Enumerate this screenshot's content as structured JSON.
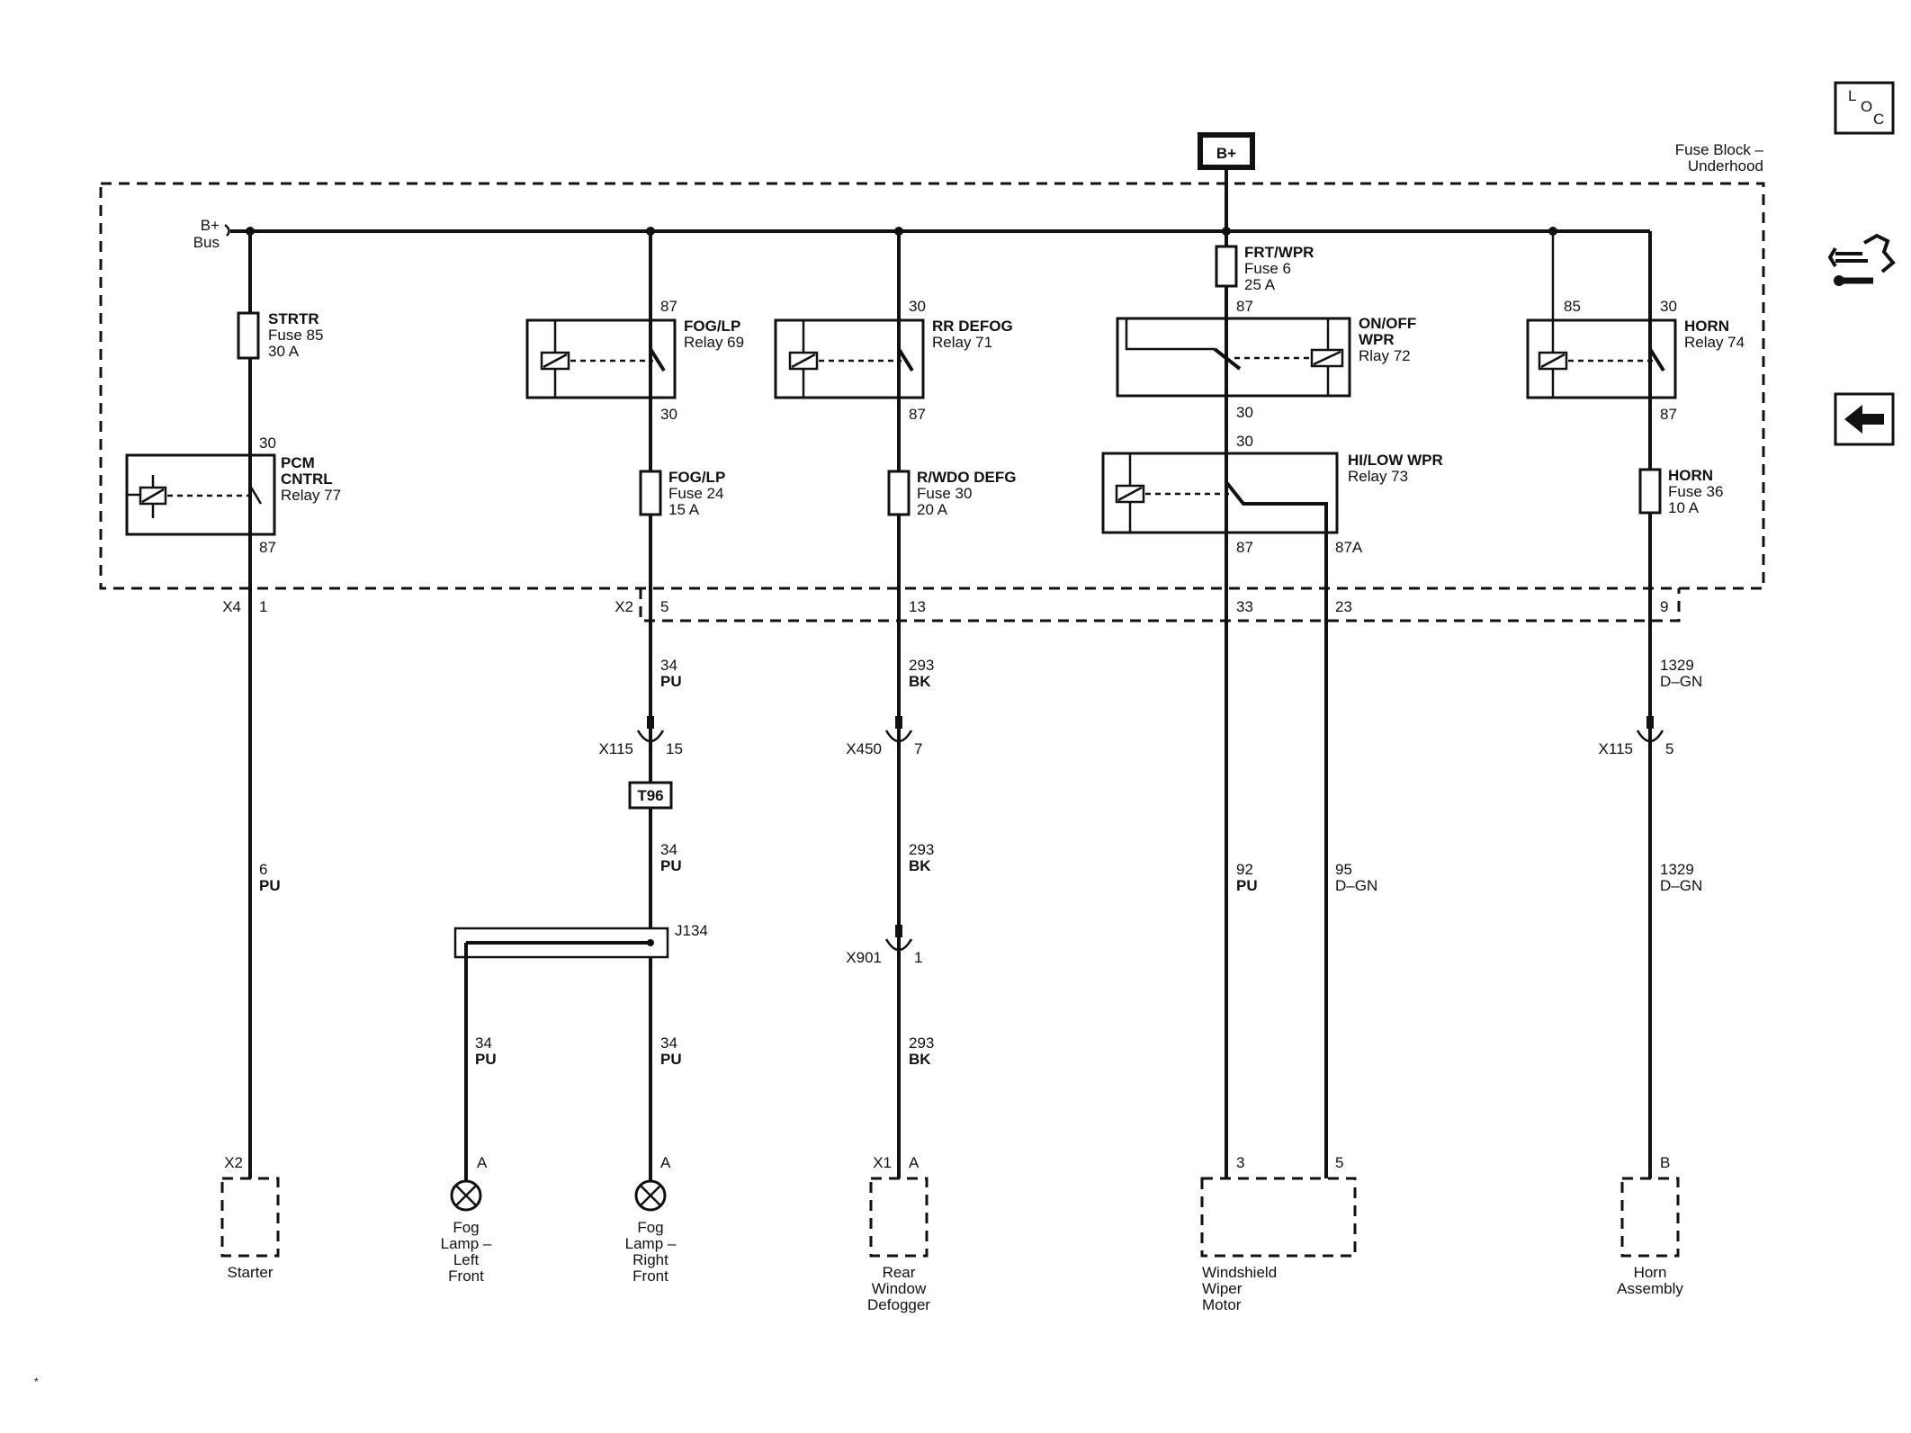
{
  "header": {
    "battery": "B+",
    "fuse_block_line1": "Fuse Block –",
    "fuse_block_line2": "Underhood",
    "bus_line1": "B+",
    "bus_line2": "Bus"
  },
  "side_icons": {
    "loc_l": "L",
    "loc_o": "O",
    "loc_c": "C",
    "loc": "location-icon",
    "tools": "wrench-connector-icon",
    "back": "back-arrow-icon"
  },
  "fuses": {
    "strtr": [
      "STRTR",
      "Fuse 85",
      "30 A"
    ],
    "foglp": [
      "FOG/LP",
      "Fuse 24",
      "15 A"
    ],
    "rwdo": [
      "R/WDO DEFG",
      "Fuse 30",
      "20 A"
    ],
    "frtwpr": [
      "FRT/WPR",
      "Fuse 6",
      "25 A"
    ],
    "horn": [
      "HORN",
      "Fuse 36",
      "10 A"
    ]
  },
  "relays": {
    "pcm": [
      "PCM",
      "CNTRL",
      "Relay 77"
    ],
    "foglp": [
      "FOG/LP",
      "Relay 69"
    ],
    "rrdefog": [
      "RR DEFOG",
      "Relay 71"
    ],
    "onoff": [
      "ON/OFF",
      "WPR",
      "Rlay 72"
    ],
    "hilow": [
      "HI/LOW WPR",
      "Relay 73"
    ],
    "horn": [
      "HORN",
      "Relay 74"
    ]
  },
  "pins": {
    "pcm_top": "30",
    "pcm_bot": "87",
    "fog_top": "87",
    "fog_bot": "30",
    "rr_top": "30",
    "rr_bot": "87",
    "onoff_top": "87",
    "onoff_bot": "30",
    "hilow_top": "30",
    "hilow_87": "87",
    "hilow_87a": "87A",
    "horn_85": "85",
    "horn_30": "30",
    "horn_87": "87"
  },
  "connectors": {
    "x4": "X4",
    "x4_pin": "1",
    "x2": "X2",
    "x2_pins": [
      "5",
      "13",
      "33",
      "23",
      "9"
    ],
    "x115a": "X115",
    "x115a_pin": "15",
    "x450": "X450",
    "x450_pin": "7",
    "x115b": "X115",
    "x115b_pin": "5",
    "x901": "X901",
    "x901_pin": "1",
    "t96": "T96",
    "j134": "J134"
  },
  "wires": {
    "w6": [
      "6",
      "PU"
    ],
    "w34a": [
      "34",
      "PU"
    ],
    "w34b": [
      "34",
      "PU"
    ],
    "w34c": [
      "34",
      "PU"
    ],
    "w34d": [
      "34",
      "PU"
    ],
    "w293a": [
      "293",
      "BK"
    ],
    "w293b": [
      "293",
      "BK"
    ],
    "w293c": [
      "293",
      "BK"
    ],
    "w92": [
      "92",
      "PU"
    ],
    "w95": [
      "95",
      "D–GN"
    ],
    "w1329a": [
      "1329",
      "D–GN"
    ],
    "w1329b": [
      "1329",
      "D–GN"
    ]
  },
  "components": {
    "starter": {
      "conn": "X2",
      "name": [
        "Starter"
      ]
    },
    "fog_left": {
      "pin": "A",
      "name": [
        "Fog",
        "Lamp –",
        "Left",
        "Front"
      ]
    },
    "fog_right": {
      "pin": "A",
      "name": [
        "Fog",
        "Lamp –",
        "Right",
        "Front"
      ]
    },
    "defogger": {
      "conn": "X1",
      "pin": "A",
      "name": [
        "Rear",
        "Window",
        "Defogger"
      ]
    },
    "wiper": {
      "pin3": "3",
      "pin5": "5",
      "name": [
        "Windshield",
        "Wiper",
        "Motor"
      ]
    },
    "horn": {
      "pin": "B",
      "name": [
        "Horn",
        "Assembly"
      ]
    }
  },
  "footer_mark": "*"
}
